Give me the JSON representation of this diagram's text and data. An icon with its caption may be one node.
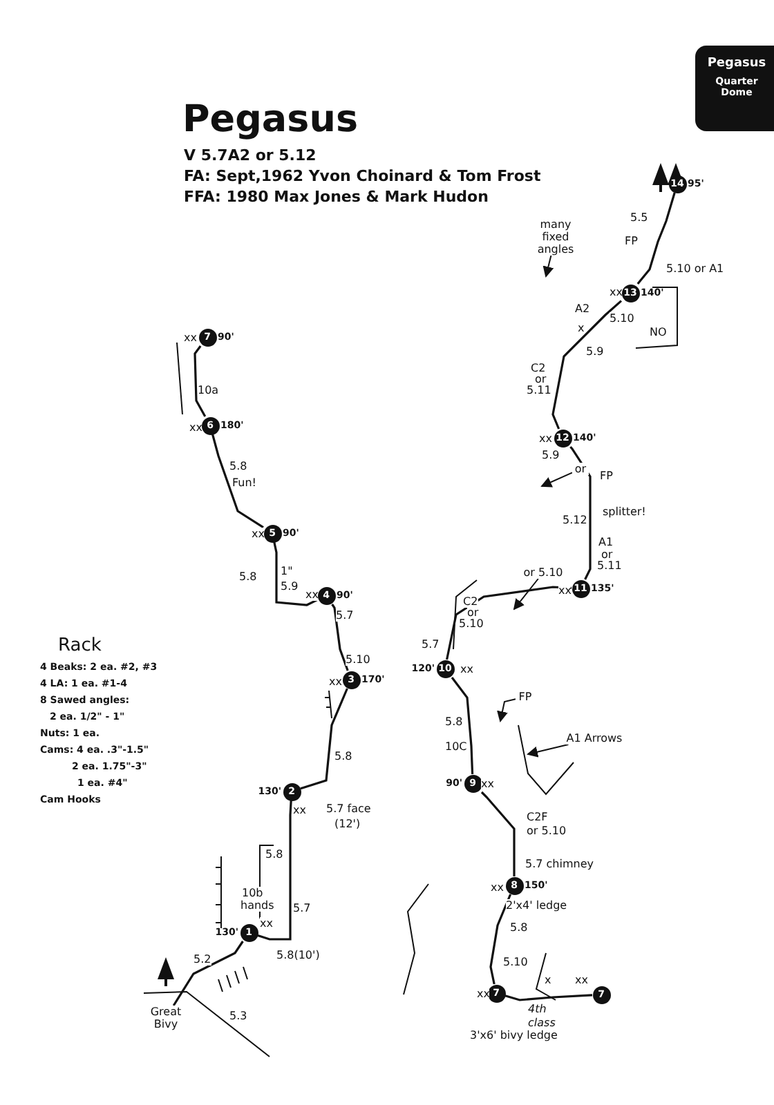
{
  "diagram": {
    "title": "Pegasus",
    "nodes": [
      {
        "text": [
          "Pegasus",
          "Quarter Dome"
        ]
      },
      {
        "text": [
          "14"
        ],
        "beside": [
          "95'"
        ]
      },
      {
        "text": [
          "13"
        ],
        "beside": [
          "140'"
        ]
      },
      {
        "text": [
          "7"
        ],
        "beside": [
          "90'"
        ]
      },
      {
        "text": [
          "6"
        ],
        "beside": [
          "180'"
        ]
      },
      {
        "text": [
          "12"
        ],
        "beside": [
          "140'"
        ]
      },
      {
        "text": [
          "5"
        ],
        "beside": [
          "90'"
        ]
      },
      {
        "text": [
          "4"
        ],
        "beside": [
          "90'"
        ]
      },
      {
        "text": [
          "11"
        ],
        "beside": [
          "135'"
        ]
      },
      {
        "text": [
          "3"
        ],
        "beside": [
          "170'"
        ]
      },
      {
        "text": [
          "10"
        ],
        "beside": [
          "120'"
        ]
      },
      {
        "text": [
          "2"
        ],
        "beside": [
          "130'"
        ]
      },
      {
        "text": [
          "9"
        ],
        "beside": [
          "90'"
        ]
      },
      {
        "text": [
          "8"
        ],
        "beside": [
          "150'"
        ]
      },
      {
        "text": [
          "1"
        ],
        "beside": [
          "130'"
        ]
      },
      {
        "text": [
          "7"
        ]
      },
      {
        "text": [
          "7"
        ]
      },
      {
        "text": [
          "Great Bivy"
        ]
      },
      {
        "text": [
          "many fixed angles"
        ]
      },
      {
        "text": [
          "or"
        ]
      },
      {
        "text": [
          "or 5.10"
        ]
      },
      {
        "text": [
          "FP"
        ]
      },
      {
        "text": [
          "A1 Arrows"
        ]
      }
    ],
    "edges": [
      {
        "from": 17,
        "to": 14,
        "arrow": "none"
      },
      {
        "from": 14,
        "to": 11,
        "arrow": "none"
      },
      {
        "from": 11,
        "to": 9,
        "arrow": "none"
      },
      {
        "from": 9,
        "to": 7,
        "arrow": "none"
      },
      {
        "from": 7,
        "to": 6,
        "arrow": "none"
      },
      {
        "from": 6,
        "to": 4,
        "arrow": "none"
      },
      {
        "from": 4,
        "to": 3,
        "arrow": "none"
      },
      {
        "from": 15,
        "to": 13,
        "arrow": "none"
      },
      {
        "from": 16,
        "to": 15,
        "arrow": "none"
      },
      {
        "from": 13,
        "to": 12,
        "arrow": "none"
      },
      {
        "from": 12,
        "to": 10,
        "arrow": "none"
      },
      {
        "from": 10,
        "to": 8,
        "arrow": "none"
      },
      {
        "from": 8,
        "to": 5,
        "arrow": "none"
      },
      {
        "from": 5,
        "to": 2,
        "arrow": "none"
      },
      {
        "from": 2,
        "to": 1,
        "arrow": "none"
      },
      {
        "from": 18,
        "to": null,
        "arrow": "to"
      },
      {
        "from": 19,
        "to": null,
        "arrow": "to"
      },
      {
        "from": 20,
        "to": null,
        "arrow": "to"
      },
      {
        "from": 21,
        "to": null,
        "arrow": "to"
      },
      {
        "from": 22,
        "to": null,
        "arrow": "to"
      }
    ],
    "labels": [
      "V 5.7A2 or 5.12",
      "FA: Sept,1962 Yvon Choinard & Tom Frost",
      "FFA: 1980 Max Jones & Mark Hudon",
      "5.5",
      "FP",
      "5.10 or A1",
      "xx",
      "A2",
      "x",
      "5.10",
      "NO",
      "5.9",
      "C2",
      "or",
      "5.11",
      "xx",
      "5.9",
      "FP",
      "5.12",
      "splitter!",
      "A1",
      "or",
      "5.11",
      "xx",
      "C2",
      "or",
      "5.10",
      "5.7",
      "xx",
      "5.8",
      "10C",
      "xx",
      "C2F",
      "or 5.10",
      "5.7 chimney",
      "xx",
      "2'x4' ledge",
      "5.8",
      "5.10",
      "xx",
      "x",
      "4th class",
      "xx",
      "3'x6' bivy ledge",
      "xx",
      "10a",
      "xx",
      "5.8",
      "Fun!",
      "xx",
      "5.8",
      "1\"",
      "5.9",
      "xx",
      "5.7",
      "5.10",
      "xx",
      "5.8",
      "xx",
      "5.7 face",
      "(12')",
      "5.8",
      "10b",
      "hands",
      "5.7",
      "xx",
      "5.8(10')",
      "5.2",
      "5.3",
      "Rack",
      "4 Beaks: 2 ea. #2, #3",
      "4 LA: 1 ea. #1-4",
      "8 Sawed angles:",
      "2 ea. 1/2\" - 1\"",
      "Nuts: 1 ea.",
      "Cams: 4 ea. .3\"-1.5\"",
      "2 ea. 1.75\"-3\"",
      "1 ea. #4\"",
      "Cam Hooks"
    ]
  }
}
